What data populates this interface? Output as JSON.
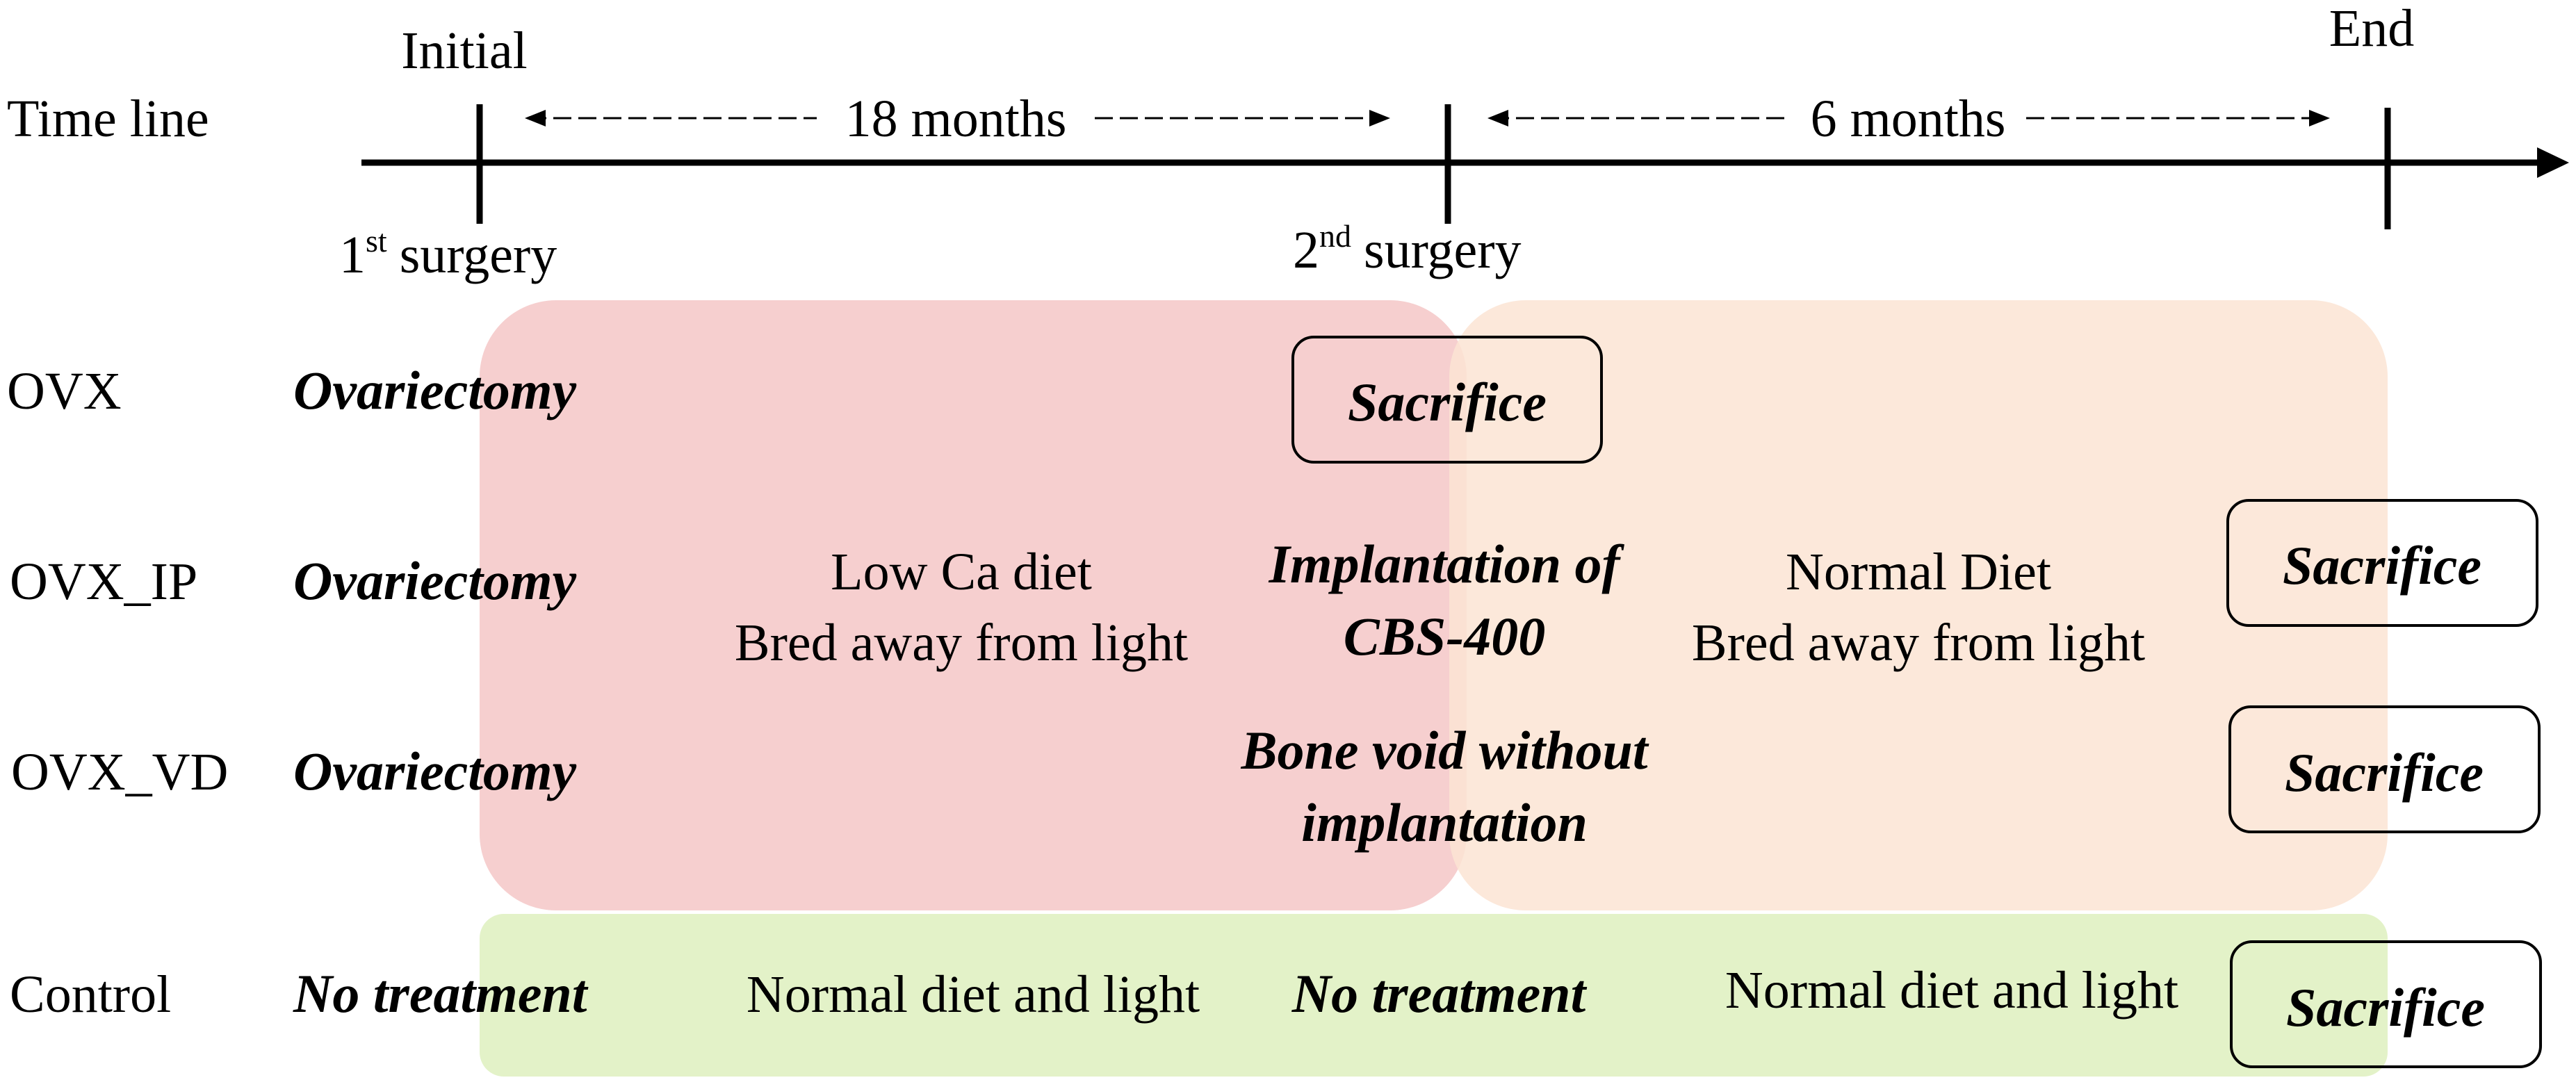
{
  "timeline": {
    "label": "Time line",
    "initial_label": "Initial",
    "end_label": "End",
    "span1_label": "18 months",
    "span2_label": "6 months",
    "surgery1": {
      "ordinal": "1",
      "suffix": "st",
      "word": "surgery"
    },
    "surgery2": {
      "ordinal": "2",
      "suffix": "nd",
      "word": "surgery"
    }
  },
  "groups": {
    "ovx": "OVX",
    "ovx_ip": "OVX_IP",
    "ovx_vd": "OVX_VD",
    "control": "Control"
  },
  "first_step": {
    "ovx": "Ovariectomy",
    "ovx_ip": "Ovariectomy",
    "ovx_vd": "Ovariectomy",
    "control": "No treatment"
  },
  "phase1": {
    "diet_line1": "Low Ca diet",
    "diet_line2": "Bred away from light",
    "control_diet": "Normal diet and light"
  },
  "second_step": {
    "ovx": "Sacrifice",
    "ovx_ip_line1": "Implantation of",
    "ovx_ip_line2": "CBS-400",
    "ovx_vd_line1": "Bone void without",
    "ovx_vd_line2": "implantation",
    "control": "No treatment"
  },
  "phase2": {
    "diet_line1": "Normal Diet",
    "diet_line2": "Bred away from light",
    "control_diet": "Normal diet and light"
  },
  "end_step": {
    "ovx_ip": "Sacrifice",
    "ovx_vd": "Sacrifice",
    "control": "Sacrifice"
  },
  "colors": {
    "phase1_fill": "#f6cfcf",
    "phase2_fill": "#fbe4d3",
    "control_fill": "#e3f2c8",
    "line": "#000000"
  }
}
